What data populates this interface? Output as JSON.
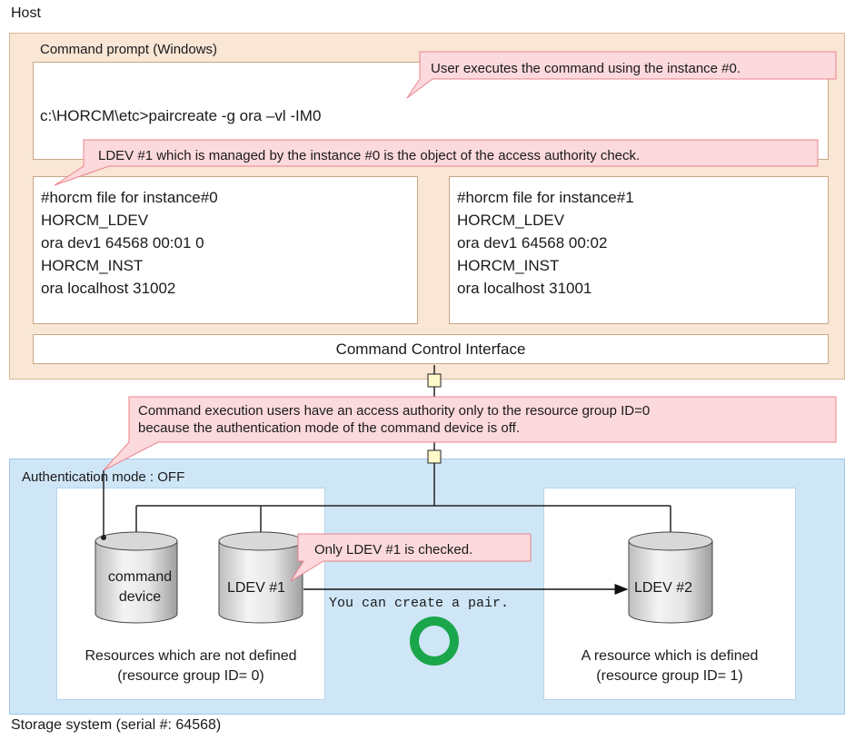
{
  "host": {
    "title": "Host",
    "command_prompt_title": "Command prompt (Windows)",
    "command_line": "c:\\HORCM\\etc>paircreate -g ora –vl -IM0",
    "config_files": [
      {
        "lines": [
          "#horcm file for instance#0",
          "HORCM_LDEV",
          "ora dev1 64568 00:01 0",
          "HORCM_INST",
          "ora localhost 31002"
        ]
      },
      {
        "lines": [
          "#horcm file for instance#1",
          "HORCM_LDEV",
          "ora dev1 64568 00:02",
          "HORCM_INST",
          "ora localhost 31001"
        ]
      }
    ],
    "cci_label": "Command Control Interface"
  },
  "callouts": {
    "user_executes": "User executes the command using the instance #0.",
    "ldev_object": "LDEV #1 which is managed by the instance #0 is the object of the access authority check.",
    "access_authority_line1": "Command execution users have an access authority only to the resource group ID=0",
    "access_authority_line2": "because the authentication mode of the command device is off.",
    "only_ldev1": "Only LDEV #1 is checked."
  },
  "storage": {
    "title": "Storage system (serial #: 64568)",
    "auth_mode": "Authentication mode : OFF",
    "command_device_line1": "command",
    "command_device_line2": "device",
    "ldev1": "LDEV #1",
    "ldev2": "LDEV #2",
    "create_pair": "You can create a pair.",
    "left_group_line1": "Resources which are not defined",
    "left_group_line2": "(resource group ID= 0)",
    "right_group_line1": "A resource which is defined",
    "right_group_line2": "(resource group ID= 1)"
  },
  "colors": {
    "host_bg": "#f9e6d5",
    "storage_bg": "#cfe6f7",
    "callout_bg": "#fcd9dc",
    "callout_border": "#e8848c",
    "ok_circle": "#1aa64a"
  }
}
